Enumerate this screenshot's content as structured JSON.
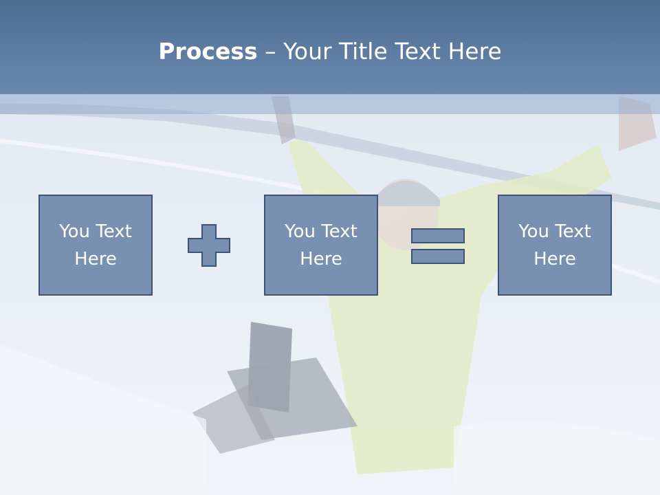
{
  "slide": {
    "title_bold": "Process",
    "title_rest": "– Your Title Text Here"
  },
  "process": {
    "boxes": [
      {
        "label": "You Text\nHere"
      },
      {
        "label": "You Text\nHere"
      },
      {
        "label": "You Text\nHere"
      }
    ],
    "operators": [
      "plus-icon",
      "equals-icon"
    ]
  },
  "background": {
    "description_icon": "snow-photo-background"
  },
  "colors": {
    "header": "#5f7ca3",
    "box_fill": "#7891b3",
    "box_border": "#3d5376",
    "operator_fill": "#7891b3"
  }
}
